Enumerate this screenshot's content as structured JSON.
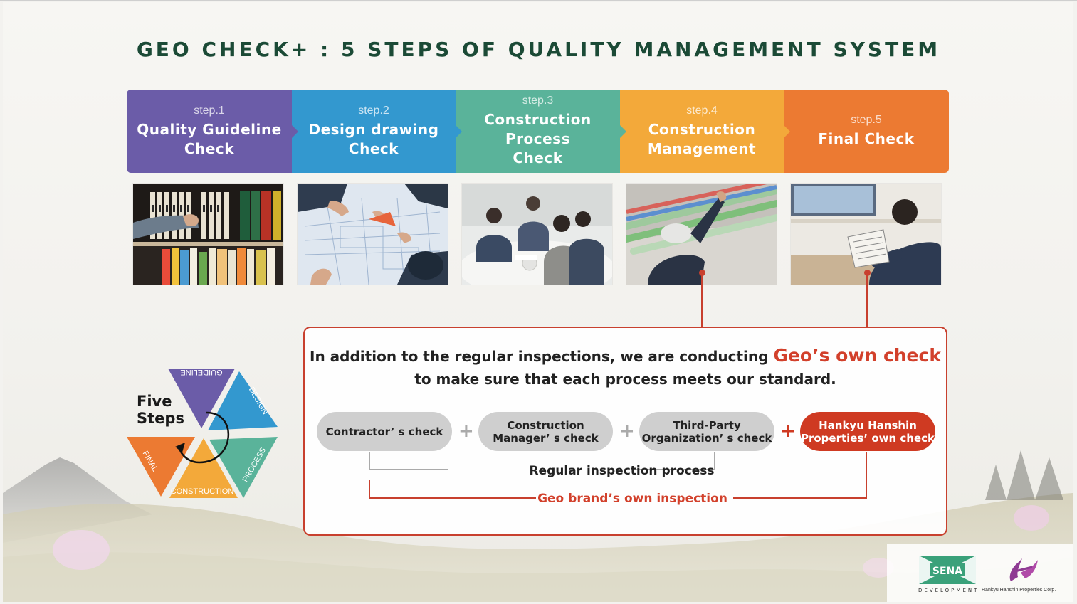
{
  "title": "GEO CHECK+ : 5 STEPS OF QUALITY MANAGEMENT SYSTEM",
  "steps": [
    {
      "num": "step.1",
      "name_line1": "Quality Guideline",
      "name_line2": "Check",
      "color": "#6b5ca8"
    },
    {
      "num": "step.2",
      "name_line1": "Design drawing",
      "name_line2": "Check",
      "color": "#3398cf"
    },
    {
      "num": "step.3",
      "name_line1": "Construction Process",
      "name_line2": "Check",
      "color": "#5ab39a"
    },
    {
      "num": "step.4",
      "name_line1": "Construction",
      "name_line2": "Management",
      "color": "#f3a93a"
    },
    {
      "num": "step.5",
      "name_line1": "Final Check",
      "name_line2": "",
      "color": "#ec7a32"
    }
  ],
  "photos": [
    {
      "subject": "hand reaching binders on bookshelf"
    },
    {
      "subject": "hands over blueprint drawings"
    },
    {
      "subject": "team meeting at table"
    },
    {
      "subject": "worker inspecting ceiling pipes"
    },
    {
      "subject": "inspector with clipboard at window"
    }
  ],
  "infobox": {
    "line1_pre": "In addition to the regular inspections, we are conducting ",
    "line1_highlight": "Geo’s own check",
    "line2": "to make sure that each process meets our standard.",
    "pills": [
      {
        "line1": "Contractor’ s check",
        "line2": ""
      },
      {
        "line1": "Construction",
        "line2": "Manager’ s check"
      },
      {
        "line1": "Third-Party",
        "line2": "Organization’ s check"
      },
      {
        "line1": "Hankyu Hanshin",
        "line2": "Properties’ own check"
      }
    ],
    "plus": "+",
    "regular_label": "Regular inspection process",
    "geo_label": "Geo brand’s own inspection"
  },
  "five_steps": {
    "label_line1": "Five",
    "label_line2": "Steps",
    "segments": [
      "GUIDELINE",
      "DESIGN",
      "PROCESS",
      "CONSTRUCTION",
      "FINAL"
    ],
    "colors": [
      "#6b5ca8",
      "#3398cf",
      "#5ab39a",
      "#f3a93a",
      "#ec7a32"
    ]
  },
  "logos": {
    "sena": "SENA",
    "sena_sub": "DEVELOPMENT",
    "hh": "Hankyu Hanshin Properties Corp."
  },
  "colors": {
    "title": "#1b4a36",
    "accent_red": "#c8402e"
  }
}
